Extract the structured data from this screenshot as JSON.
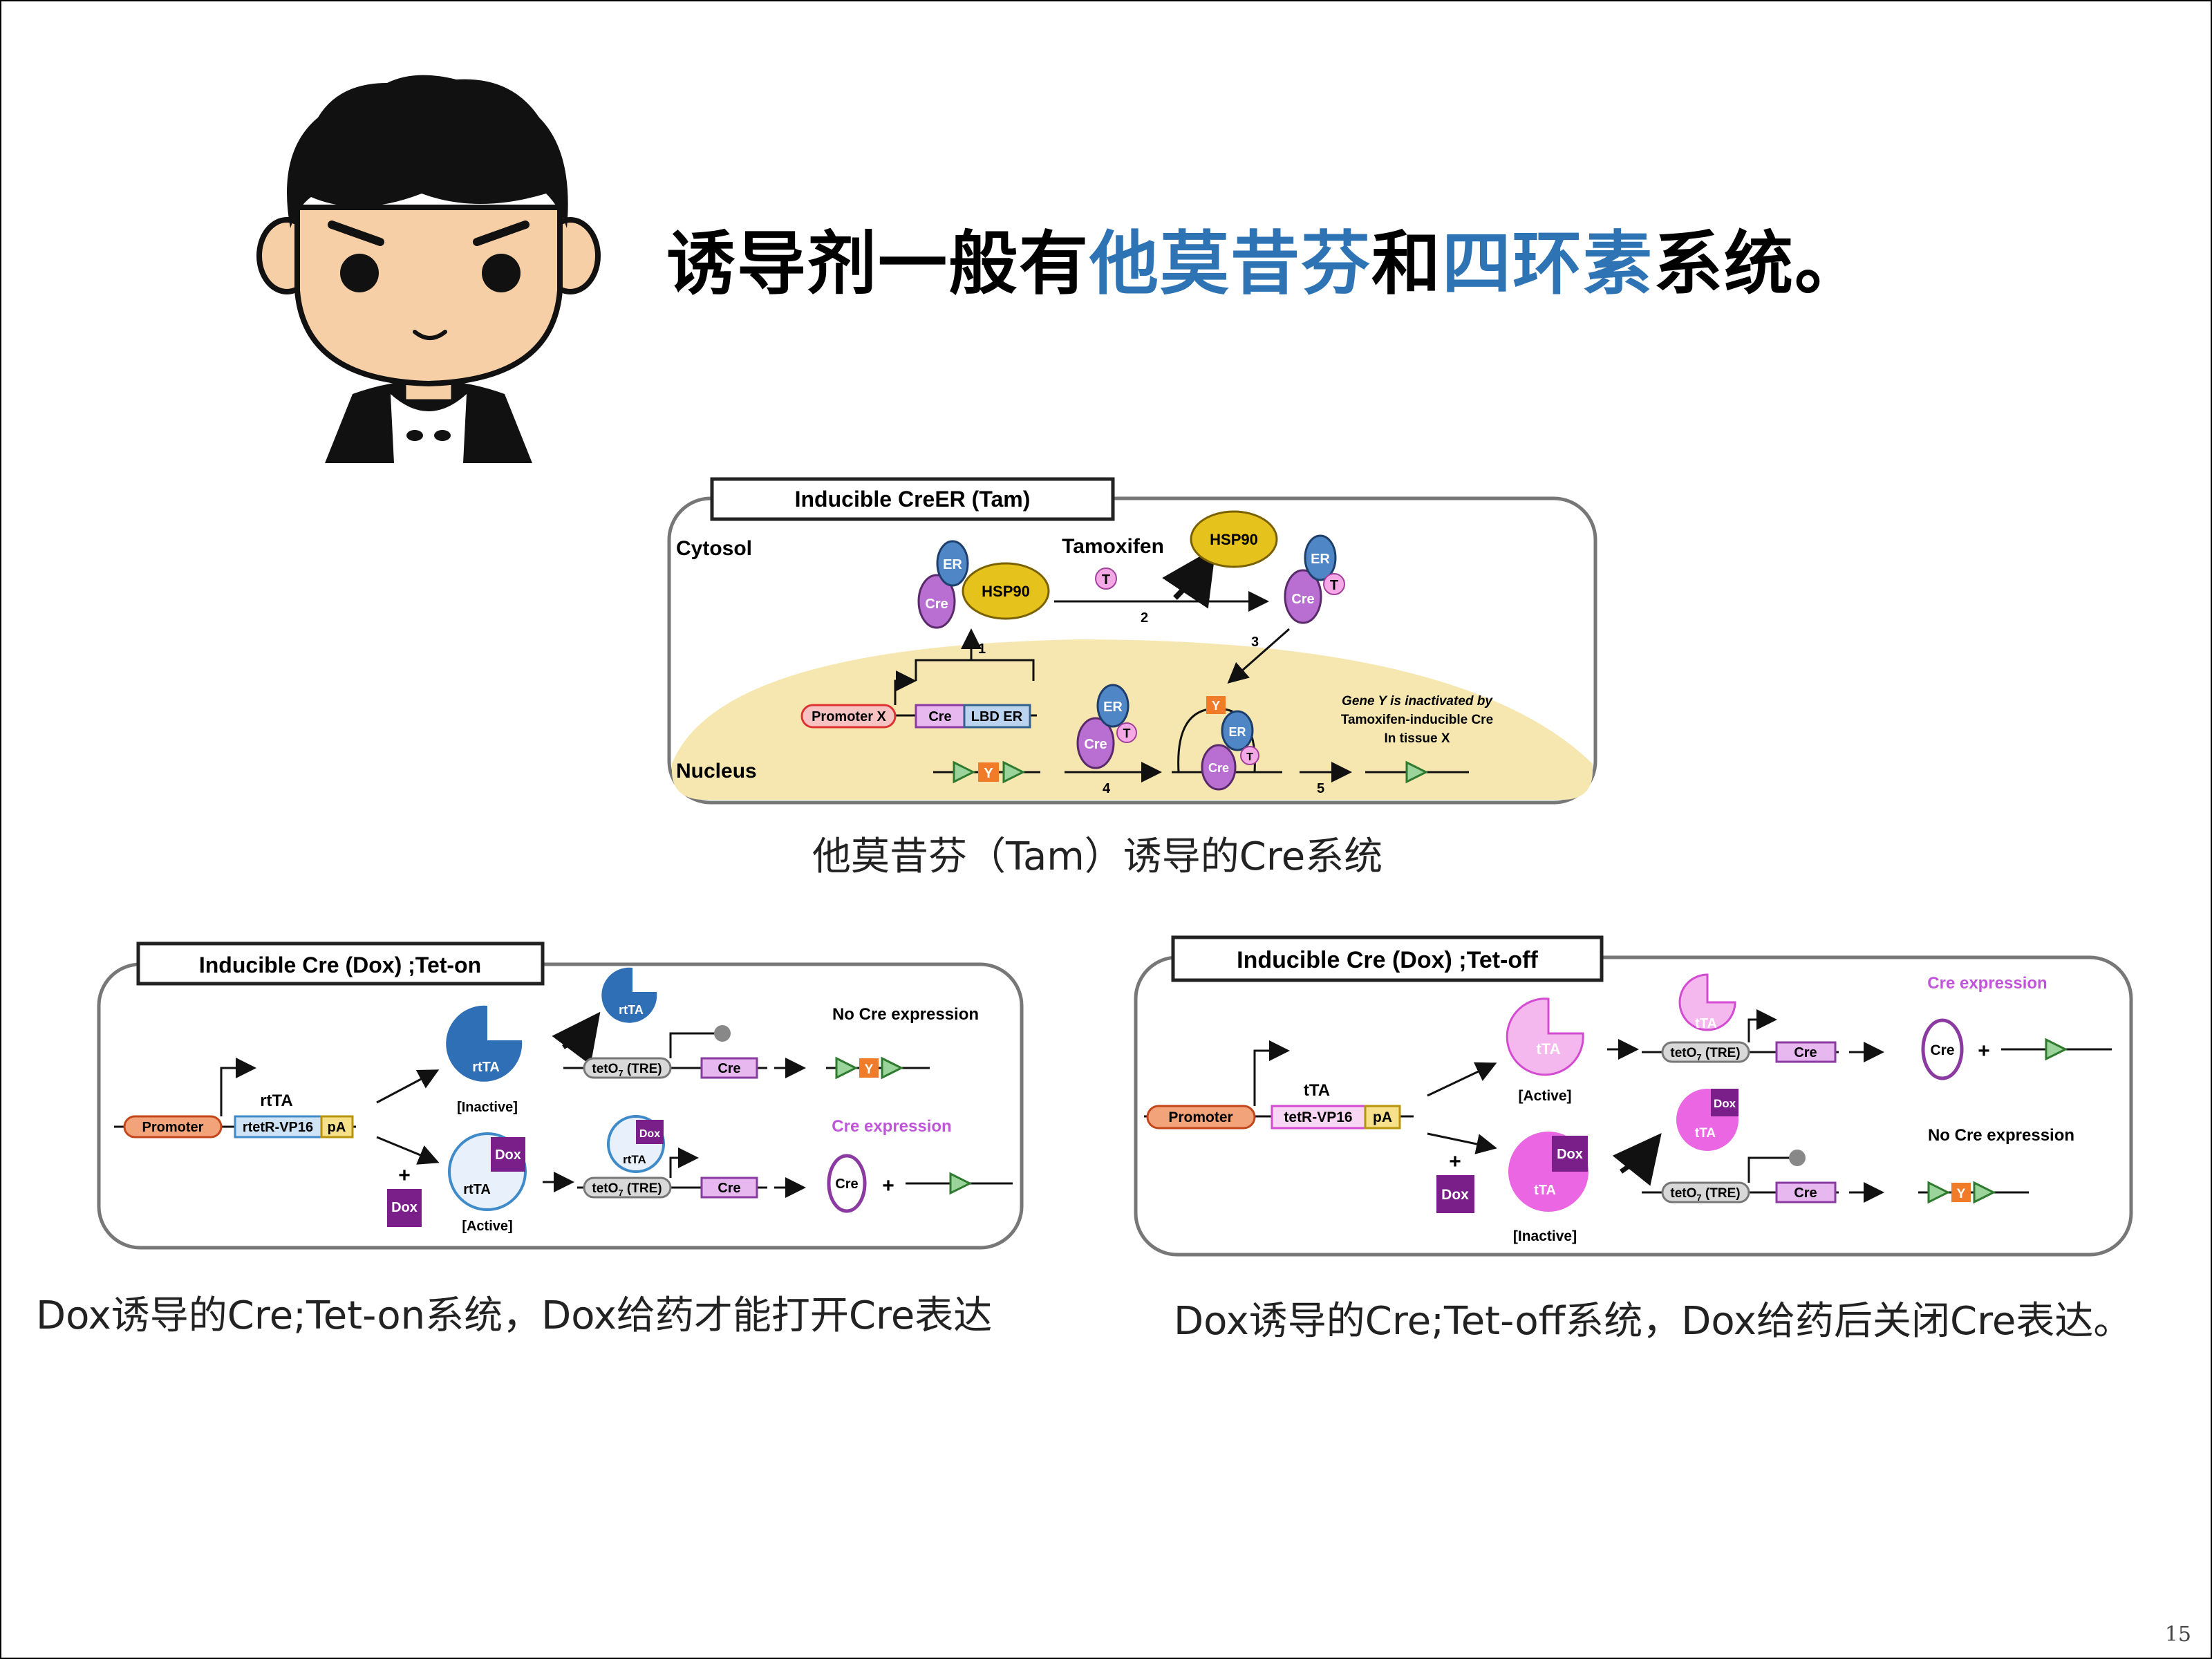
{
  "headline": {
    "part1": "诱导剂一般有",
    "highlight1": "他莫昔芬",
    "part2": "和",
    "highlight2": "四环素",
    "part3": "系统。"
  },
  "figure_tam": {
    "title": "Inducible CreER (Tam)",
    "cytosol_label": "Cytosol",
    "nucleus_label": "Nucleus",
    "tamoxifen_label": "Tamoxifen",
    "hsp90": "HSP90",
    "er": "ER",
    "cre": "Cre",
    "t": "T",
    "y": "Y",
    "promoter_x": "Promoter X",
    "lbd_er": "LBD ER",
    "step_1": "1",
    "step_2": "2",
    "step_3": "3",
    "step_4": "4",
    "step_5": "5",
    "gene_note_line1": "Gene Y is inactivated by",
    "gene_note_line2": "Tamoxifen-inducible Cre",
    "gene_note_line3": "In tissue X"
  },
  "caption_tam": "他莫昔芬（Tam）诱导的Cre系统",
  "figure_teton": {
    "title": "Inducible Cre (Dox) ;Tet-on",
    "promoter": "Promoter",
    "rtta": "rtTA",
    "rtetr": "rtetR-VP16",
    "pa": "pA",
    "inactive": "[Inactive]",
    "active": "[Active]",
    "tre": "tetO",
    "tre_sub": "7",
    "tre_rest": " (TRE)",
    "cre": "Cre",
    "dox": "Dox",
    "plus": "+",
    "y": "Y",
    "no_cre": "No Cre expression",
    "cre_expr": "Cre expression"
  },
  "caption_teton": "Dox诱导的Cre;Tet-on系统，Dox给药才能打开Cre表达",
  "figure_tetoff": {
    "title": "Inducible Cre (Dox) ;Tet-off",
    "promoter": "Promoter",
    "tta": "tTA",
    "tetr": "tetR-VP16",
    "pa": "pA",
    "active": "[Active]",
    "inactive": "[Inactive]",
    "tre": "tetO",
    "tre_sub": "7",
    "tre_rest": " (TRE)",
    "cre": "Cre",
    "dox": "Dox",
    "plus": "+",
    "y": "Y",
    "cre_expr": "Cre expression",
    "no_cre": "No Cre expression"
  },
  "caption_tetoff": "Dox诱导的Cre;Tet-off系统，Dox给药后关闭Cre表达。",
  "page_number": "15",
  "colors": {
    "highlight": "#2e74b5",
    "hsp90": "#e6c21c",
    "er": "#4f86c6",
    "cre": "#b96fd1",
    "dox": "#7a1f8a",
    "magenta": "#e040d8",
    "nucleus": "#f6e7b0",
    "promoter": "#f2a37a"
  }
}
